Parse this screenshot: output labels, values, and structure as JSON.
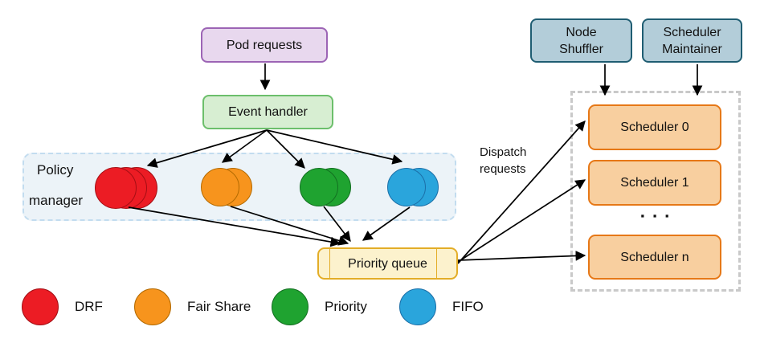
{
  "diagram": {
    "pod_requests": {
      "label": "Pod requests",
      "fill": "#e8d8ee",
      "border": "#9c64b5"
    },
    "event_handler": {
      "label": "Event handler",
      "fill": "#d7eed2",
      "border": "#6cbf6b"
    },
    "policy_manager": {
      "label_lines": [
        "Policy",
        "manager"
      ],
      "fill": "#ecf3f8",
      "border": "#c2dcef"
    },
    "priority_queue": {
      "label": "Priority queue",
      "fill": "#fcf2cd",
      "border": "#e3ad27"
    },
    "node_shuffler": {
      "label_lines": [
        "Node",
        "Shuffler"
      ],
      "fill": "#b3cdd9",
      "border": "#1f5d72"
    },
    "scheduler_maintainer": {
      "label_lines": [
        "Scheduler",
        "Maintainer"
      ],
      "fill": "#b3cdd9",
      "border": "#1f5d72"
    },
    "scheduler_group": {
      "items": [
        "Scheduler 0",
        "Scheduler 1",
        "Scheduler n"
      ],
      "ellipsis": "▪ ▪ ▪",
      "fill": "#f8cf9f",
      "border": "#e67817",
      "container_border": "#c9c9c9"
    },
    "dispatch_label_lines": [
      "Dispatch",
      "requests"
    ],
    "policies": [
      {
        "name": "DRF",
        "color": "#ec1c24",
        "border": "#a40e14"
      },
      {
        "name": "Fair Share",
        "color": "#f7941d",
        "border": "#b36a00"
      },
      {
        "name": "Priority",
        "color": "#1fa330",
        "border": "#137021"
      },
      {
        "name": "FIFO",
        "color": "#2aa5dc",
        "border": "#1b6fa8"
      }
    ],
    "arrow_color": "#000000"
  }
}
